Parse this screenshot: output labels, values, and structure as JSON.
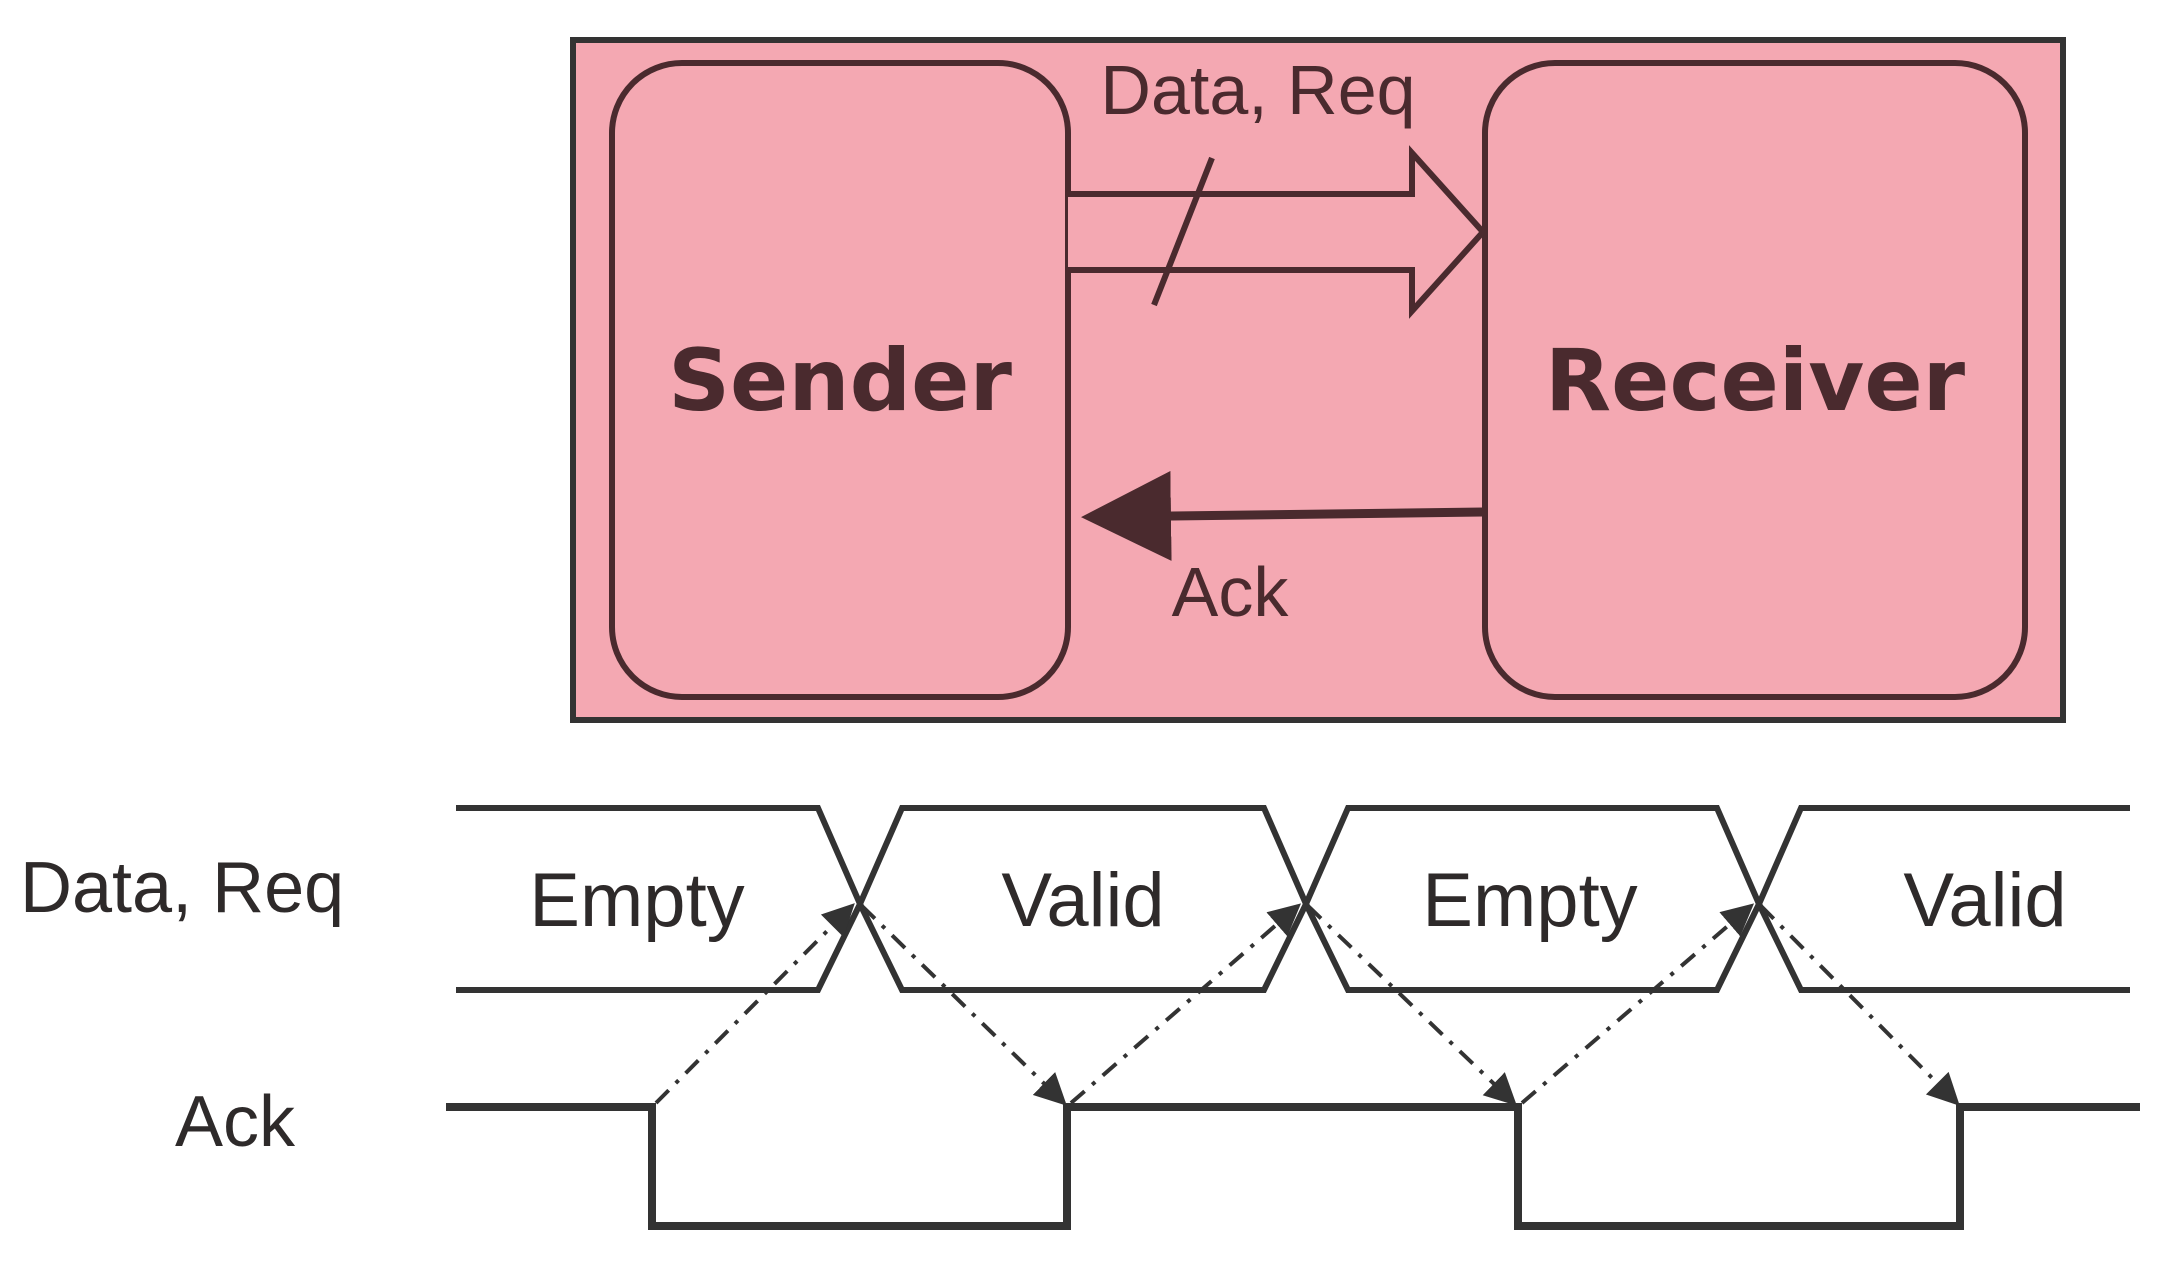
{
  "diagram": {
    "block": {
      "sender_label": "Sender",
      "receiver_label": "Receiver",
      "forward_label": "Data, Req",
      "backward_label": "Ack"
    },
    "timing": {
      "signal_data_req": "Data, Req",
      "signal_ack": "Ack",
      "phases": [
        "Empty",
        "Valid",
        "Empty",
        "Valid"
      ]
    },
    "colors": {
      "enclosure_fill": "#f4a8b2",
      "line_dark": "#4a2a2e",
      "timing_line": "#333333"
    }
  }
}
